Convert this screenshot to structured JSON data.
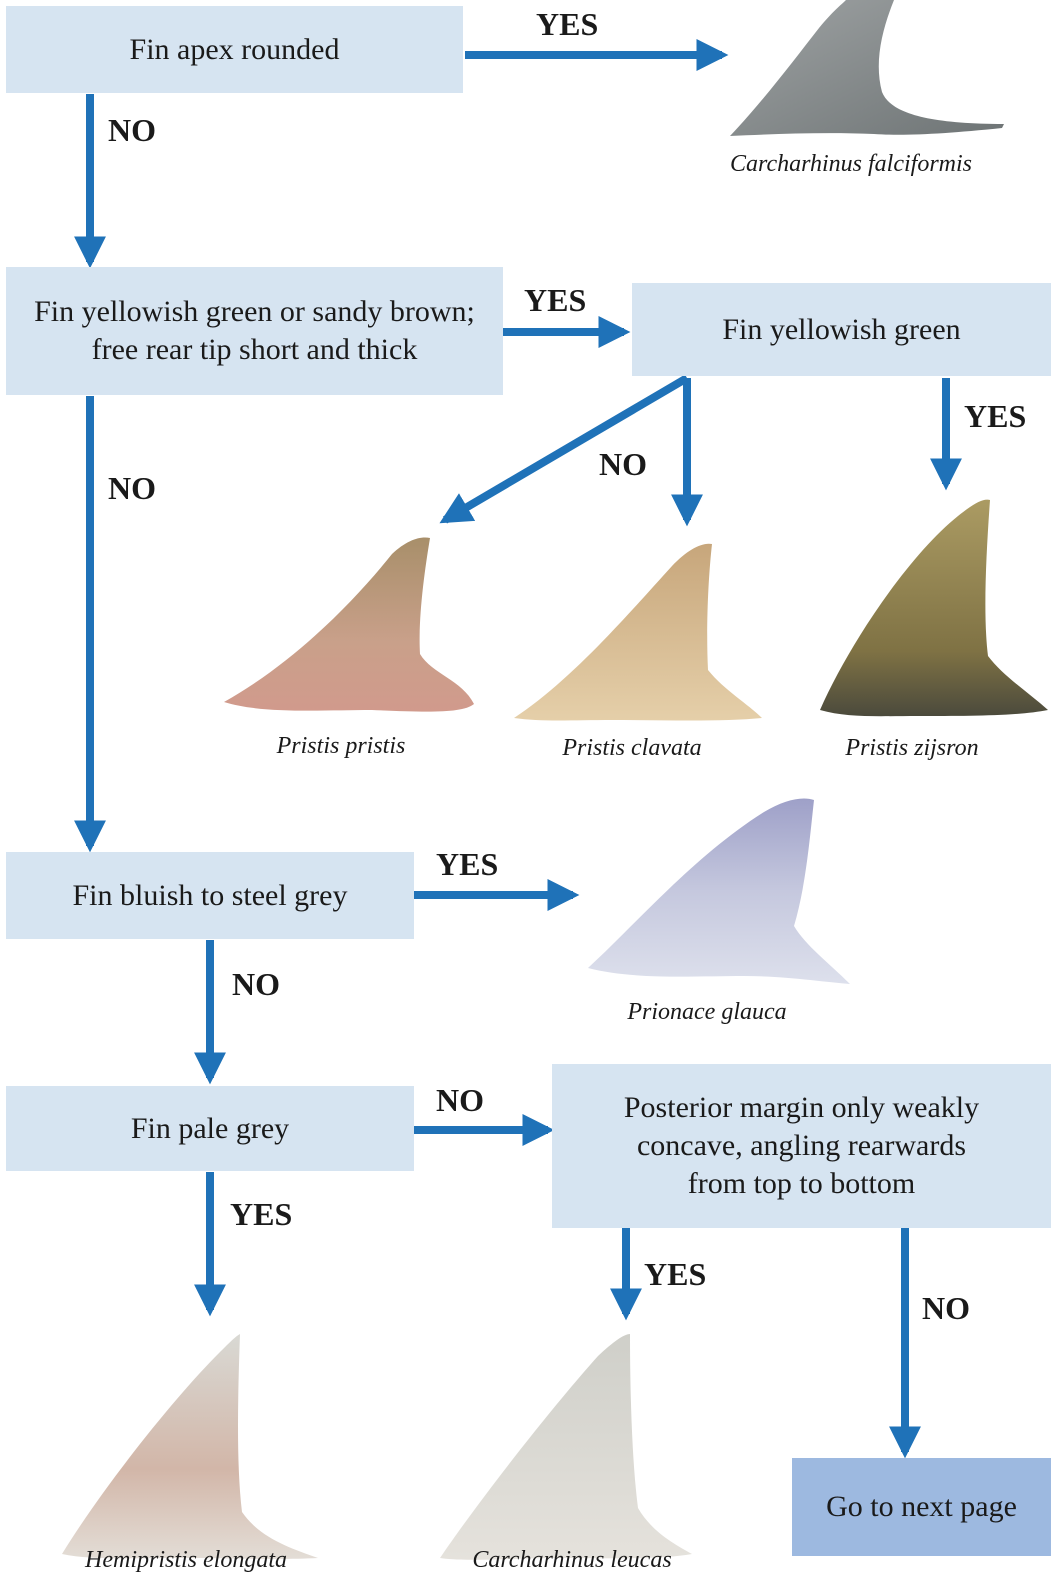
{
  "colors": {
    "arrow": "#1f72b8",
    "box": "#d6e4f1",
    "end_box": "#9db9e0"
  },
  "nodes": {
    "apex_rounded": "Fin apex rounded",
    "yellowish_or_sandy": [
      "Fin yellowish green or sandy brown;",
      "free rear tip short and thick"
    ],
    "yellowish_green": "Fin yellowish green",
    "bluish_steel": "Fin bluish to steel grey",
    "pale_grey": "Fin pale grey",
    "posterior_margin": [
      "Posterior margin only weakly",
      "concave, angling rearwards",
      "from top to bottom"
    ],
    "next_page": "Go to next page"
  },
  "edge_labels": {
    "apex_yes": "YES",
    "apex_no": "NO",
    "yellowish_yes": "YES",
    "yellowish_no": "NO",
    "green_no": "NO",
    "green_yes": "YES",
    "bluish_yes": "YES",
    "bluish_no": "NO",
    "pale_no": "NO",
    "pale_yes": "YES",
    "posterior_yes": "YES",
    "posterior_no": "NO"
  },
  "species": {
    "falciformis": "Carcharhinus falciformis",
    "pristis": "Pristis pristis",
    "clavata": "Pristis clavata",
    "zijsron": "Pristis zijsron",
    "glauca": "Prionace glauca",
    "elongata": "Hemipristis elongata",
    "leucas": "Carcharhinus leucas"
  },
  "fin_images": {
    "falciformis": "grey-fin-icon",
    "pristis": "pinkish-fin-icon",
    "clavata": "beige-fin-icon",
    "zijsron": "olive-fin-icon",
    "glauca": "blue-grey-fin-icon",
    "elongata": "pale-grey-fin-icon",
    "leucas": "light-grey-fin-icon"
  }
}
